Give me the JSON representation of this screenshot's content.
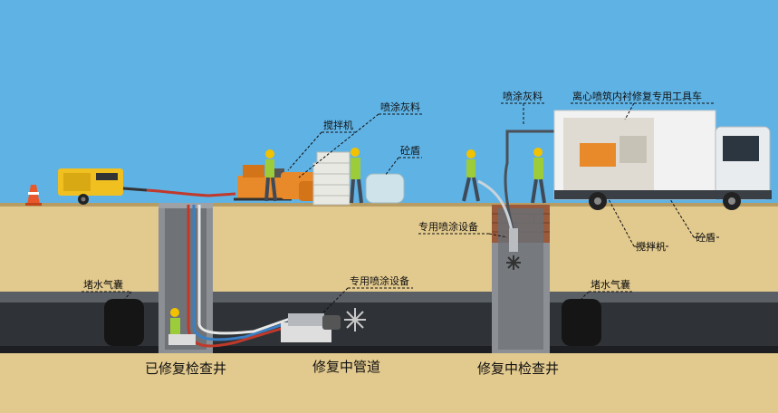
{
  "labels": {
    "spray_material_left": "喷涂灰料",
    "mixer_left": "搅拌机",
    "mortar_left": "砼盾",
    "spray_material_right": "喷涂灰料",
    "truck": "离心喷筑内衬修复专用工具车",
    "special_spray_equipment_top": "专用喷涂设备",
    "plug_airbag_left": "堵水气囊",
    "special_spray_equipment_pipe": "专用喷涂设备",
    "plug_airbag_right": "堵水气囊",
    "mixer_right": "搅拌机",
    "mortar_right": "砼盾",
    "repaired_well": "已修复检查井",
    "pipe_under_repair": "修复中管道",
    "well_under_repair": "修复中检查井"
  },
  "colors": {
    "sky": "#5fb2e4",
    "soil": "#e2c98d",
    "pipe": "#3b3f44",
    "manhole": "#8f9397",
    "brick": "#9a5a3c",
    "compressor": "#f0c020",
    "mixer": "#e8892a"
  },
  "icons": [
    "traffic-cone-icon",
    "air-compressor-icon",
    "worker-icon",
    "mixer-icon",
    "truck-icon",
    "airbag-icon",
    "spray-rotor-icon"
  ]
}
